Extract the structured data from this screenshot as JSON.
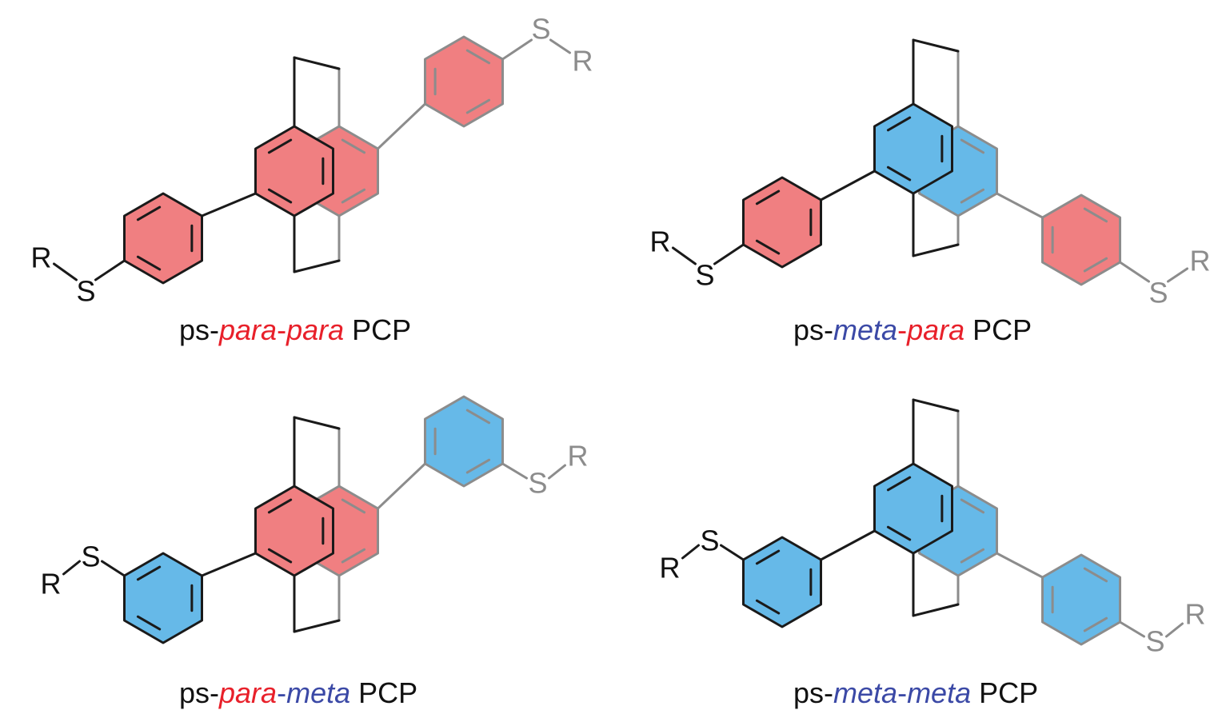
{
  "colors": {
    "para": "#f07f81",
    "meta": "#66b9e8",
    "para_text": "#e8202a",
    "meta_text": "#3b49a6",
    "bond_front": "#1a1a1a",
    "bond_back": "#8c8c8c",
    "text": "#111111"
  },
  "atoms": {
    "sulfur": "S",
    "substituent": "R"
  },
  "panels": [
    {
      "id": "para-para",
      "caption": {
        "prefix": "ps-",
        "first": "para",
        "dash": "-",
        "second": "para",
        "suffix": " PCP"
      },
      "front_ring": "para",
      "back_ring": "para",
      "left_aryl": "para",
      "right_aryl": "para"
    },
    {
      "id": "meta-para",
      "caption": {
        "prefix": "ps-",
        "first": "meta",
        "dash": "-",
        "second": "para",
        "suffix": " PCP"
      },
      "front_ring": "meta",
      "back_ring": "meta",
      "left_aryl": "para",
      "right_aryl": "para"
    },
    {
      "id": "para-meta",
      "caption": {
        "prefix": "ps-",
        "first": "para",
        "dash": "-",
        "second": "meta",
        "suffix": " PCP"
      },
      "front_ring": "para",
      "back_ring": "para",
      "left_aryl": "meta",
      "right_aryl": "meta"
    },
    {
      "id": "meta-meta",
      "caption": {
        "prefix": "ps-",
        "first": "meta",
        "dash": "-",
        "second": "meta",
        "suffix": " PCP"
      },
      "front_ring": "meta",
      "back_ring": "meta",
      "left_aryl": "meta",
      "right_aryl": "meta"
    }
  ]
}
